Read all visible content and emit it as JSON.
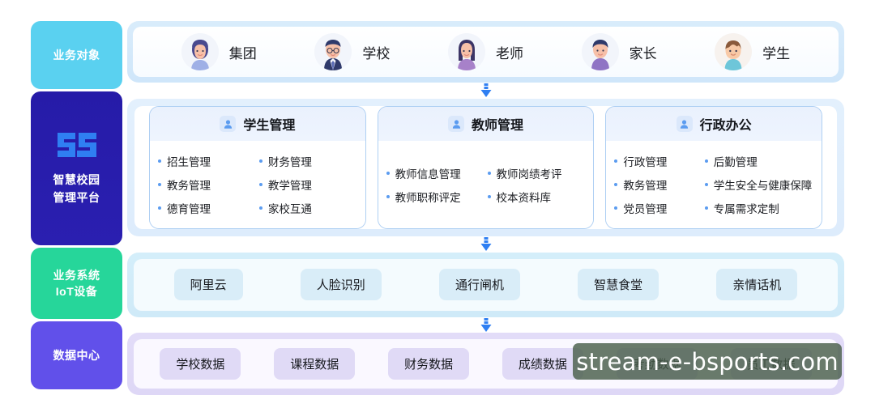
{
  "rail": {
    "blocks": [
      {
        "label": "业务对象",
        "color": "#5ad1f0"
      },
      {
        "label_line1": "智慧校园",
        "label_line2": "管理平台",
        "color": "#261bab",
        "logo": "ss-logo"
      },
      {
        "label_line1": "业务系统",
        "label_line2": "IoT设备",
        "color": "#26d69a"
      },
      {
        "label": "数据中心",
        "color": "#6150ea"
      }
    ]
  },
  "business_objects": {
    "items": [
      {
        "label": "集团",
        "avatar": "avatar-woman-blue-hair"
      },
      {
        "label": "学校",
        "avatar": "avatar-man-glasses-suit"
      },
      {
        "label": "老师",
        "avatar": "avatar-woman-purple-top"
      },
      {
        "label": "家长",
        "avatar": "avatar-man-purple-top"
      },
      {
        "label": "学生",
        "avatar": "avatar-boy-brown-hair"
      }
    ]
  },
  "modules": [
    {
      "title": "学生管理",
      "icon": "user-icon",
      "features": [
        "招生管理",
        "财务管理",
        "教务管理",
        "教学管理",
        "德育管理",
        "家校互通"
      ]
    },
    {
      "title": "教师管理",
      "icon": "user-icon",
      "features": [
        "教师信息管理",
        "教师岗绩考评",
        "教师职称评定",
        "校本资料库"
      ]
    },
    {
      "title": "行政办公",
      "icon": "user-icon",
      "features": [
        "行政管理",
        "后勤管理",
        "教务管理",
        "学生安全与健康保障",
        "党员管理",
        "专属需求定制"
      ]
    }
  ],
  "iot": {
    "items": [
      "阿里云",
      "人脸识别",
      "通行闸机",
      "智慧食堂",
      "亲情话机"
    ]
  },
  "data_center": {
    "items": [
      "学校数据",
      "课程数据",
      "财务数据",
      "成绩数据",
      "考勤数据",
      "员工数据"
    ]
  },
  "watermark": {
    "text": "stream-e-bsports.com"
  },
  "connectors": {
    "icon": "arrow-down-icon",
    "color": "#2f7ff2"
  }
}
